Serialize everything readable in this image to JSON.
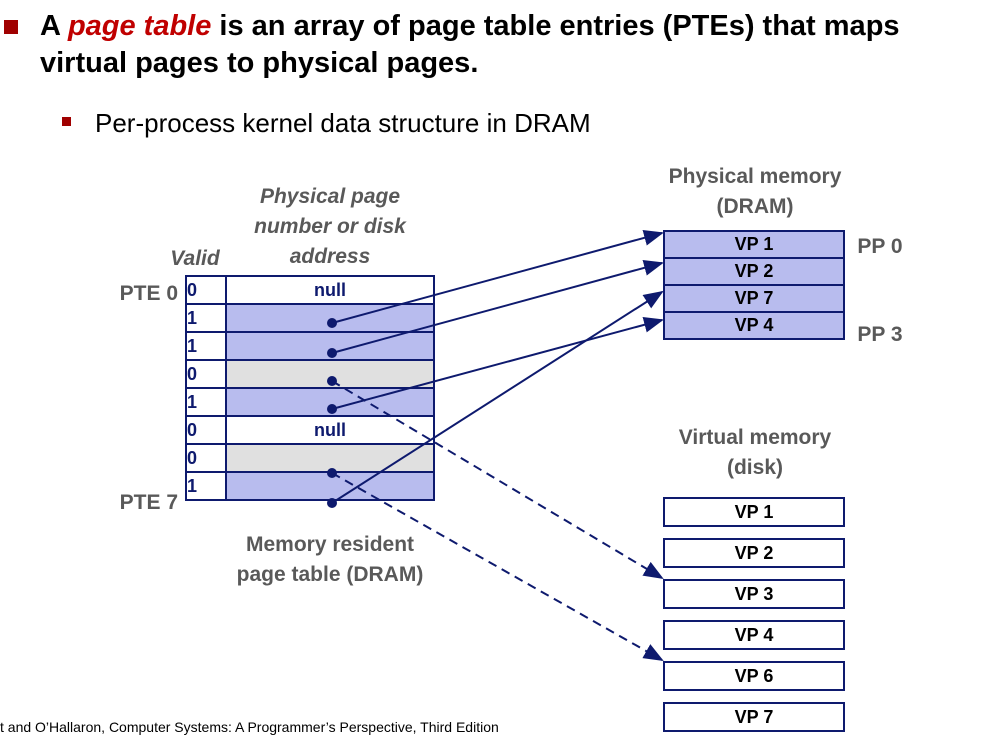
{
  "title": {
    "prefix": "A ",
    "emphasis": "page table",
    "rest": " is an array of page table entries (PTEs) that maps virtual pages to physical pages."
  },
  "subbullet": "Per-process kernel data structure in DRAM",
  "table": {
    "valid_header": "Valid",
    "addr_header": "Physical page number or disk address",
    "pte_first": "PTE 0",
    "pte_last": "PTE 7",
    "caption": "Memory resident page table (DRAM)",
    "rows": [
      {
        "valid": "0",
        "addr": "null",
        "kind": "null"
      },
      {
        "valid": "1",
        "addr": "",
        "kind": "resident"
      },
      {
        "valid": "1",
        "addr": "",
        "kind": "resident"
      },
      {
        "valid": "0",
        "addr": "",
        "kind": "disk"
      },
      {
        "valid": "1",
        "addr": "",
        "kind": "resident"
      },
      {
        "valid": "0",
        "addr": "null",
        "kind": "null"
      },
      {
        "valid": "0",
        "addr": "",
        "kind": "disk"
      },
      {
        "valid": "1",
        "addr": "",
        "kind": "resident"
      }
    ]
  },
  "physical": {
    "title": "Physical memory (DRAM)",
    "pages": [
      "VP 1",
      "VP 2",
      "VP 7",
      "VP 4"
    ],
    "pp_first": "PP 0",
    "pp_last": "PP 3"
  },
  "virtual": {
    "title": "Virtual memory (disk)",
    "pages": [
      "VP 1",
      "VP 2",
      "VP 3",
      "VP 4",
      "VP 6",
      "VP 7"
    ]
  },
  "footer": "t and O’Hallaron, Computer Systems: A Programmer’s Perspective, Third Edition",
  "colors": {
    "accent": "#c00000",
    "navy": "#0e1a6e",
    "resident": "#b8bcee",
    "disk": "#e0e0e0"
  }
}
